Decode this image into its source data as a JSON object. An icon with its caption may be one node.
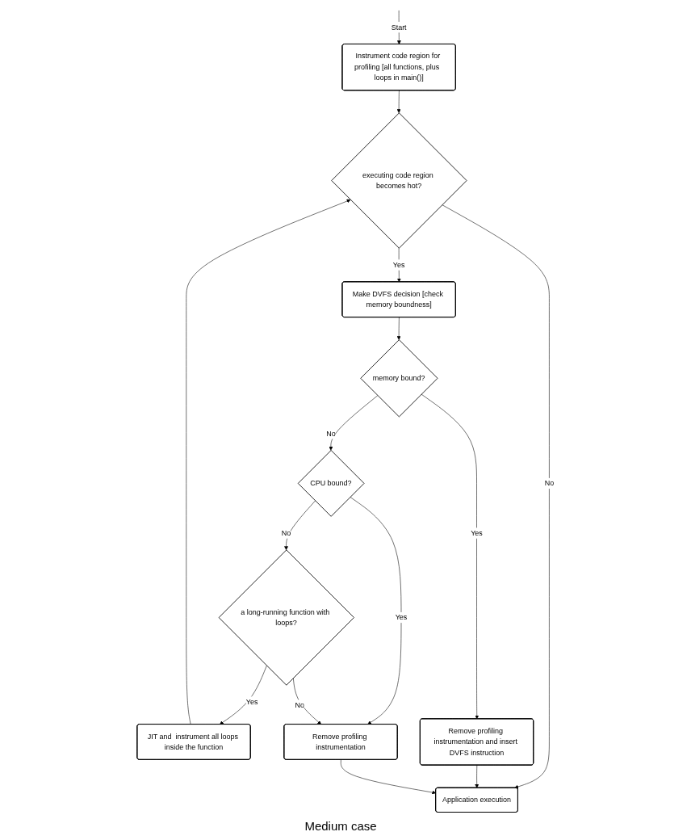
{
  "diagram": {
    "nodes": [
      {
        "text": [
          "Instrument code region for profiling [all functions, plus  loops in main()]"
        ]
      },
      {
        "text": [
          "executing code region becomes hot?"
        ]
      },
      {
        "text": [
          "Make DVFS decision [check memory boundness]"
        ]
      },
      {
        "text": [
          "memory bound?"
        ]
      },
      {
        "text": [
          "CPU bound?"
        ]
      },
      {
        "text": [
          "a long-running function with loops?"
        ]
      },
      {
        "text": [
          "JIT and  instrument all loops inside the function"
        ]
      },
      {
        "text": [
          "Remove profiling instrumentation and insert DVFS instruction"
        ]
      },
      {
        "text": [
          "Remove profiling instrumentation"
        ]
      },
      {
        "text": [
          "Application execution"
        ]
      }
    ],
    "edges": [
      {
        "from": null,
        "to": 0,
        "arrow": "to",
        "label": "Start"
      },
      {
        "from": 0,
        "to": 1,
        "arrow": "to"
      },
      {
        "from": 1,
        "to": 9,
        "arrow": "to",
        "label": "No"
      },
      {
        "from": 1,
        "to": 2,
        "arrow": "to",
        "label": "Yes"
      },
      {
        "from": 2,
        "to": 3,
        "arrow": "to"
      },
      {
        "from": 3,
        "to": 4,
        "arrow": "to",
        "label": "No"
      },
      {
        "from": 3,
        "to": 7,
        "arrow": "to",
        "label": "Yes"
      },
      {
        "from": 4,
        "to": 5,
        "arrow": "to",
        "label": "No"
      },
      {
        "from": 4,
        "to": 8,
        "arrow": "to",
        "label": "Yes"
      },
      {
        "from": 5,
        "to": 6,
        "arrow": "to",
        "label": "Yes"
      },
      {
        "from": 5,
        "to": 8,
        "arrow": "to",
        "label": "No"
      },
      {
        "from": 6,
        "to": 1,
        "arrow": "to"
      },
      {
        "from": 7,
        "to": 9,
        "arrow": "to"
      },
      {
        "from": 8,
        "to": 9,
        "arrow": "to"
      }
    ],
    "labels": [
      "Medium case"
    ]
  }
}
